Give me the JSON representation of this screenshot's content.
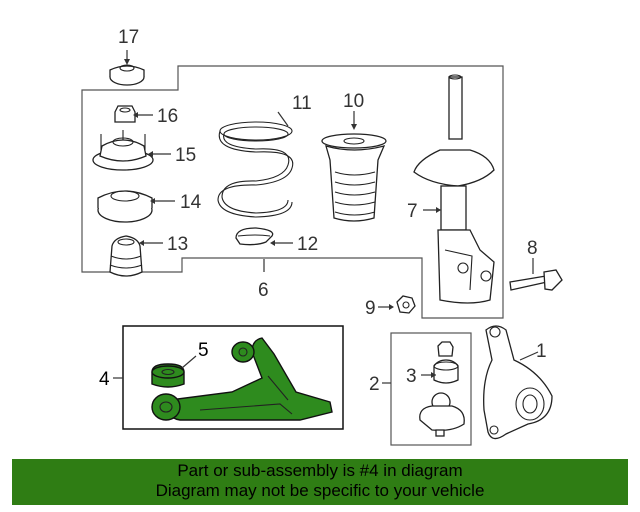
{
  "callouts": {
    "c1": "1",
    "c2": "2",
    "c3": "3",
    "c4": "4",
    "c5": "5",
    "c6": "6",
    "c7": "7",
    "c8": "8",
    "c9": "9",
    "c10": "10",
    "c11": "11",
    "c12": "12",
    "c13": "13",
    "c14": "14",
    "c15": "15",
    "c16": "16",
    "c17": "17"
  },
  "banner": {
    "line1": "Part or sub-assembly is #4 in diagram",
    "line2": "Diagram may not be specific to your vehicle"
  },
  "colors": {
    "highlight": "#2e8b1e",
    "banner_bg": "#2f7d14"
  }
}
